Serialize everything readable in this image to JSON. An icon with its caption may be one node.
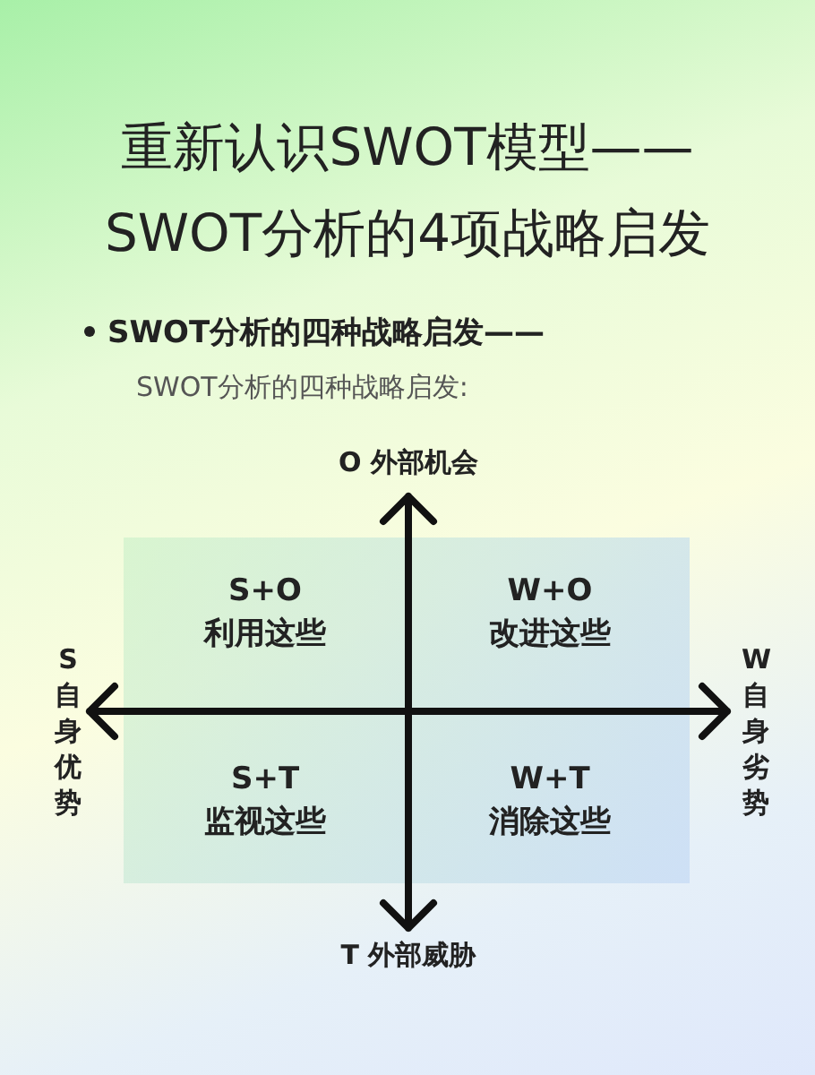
{
  "diagram": {
    "title": "重新认识SWOT模型—— SWOT分析的4项战略启发",
    "nodes": [
      {
        "text": [
          "S+O",
          "利用这些"
        ]
      },
      {
        "text": [
          "W+O",
          "改进这些"
        ]
      },
      {
        "text": [
          "S+T",
          "监视这些"
        ]
      },
      {
        "text": [
          "W+T",
          "消除这些"
        ]
      }
    ],
    "edges": [],
    "labels": [
      "SWOT分析的四种战略启发——",
      "SWOT分析的四种战略启发:",
      "O 外部机会",
      "S 自身优势",
      "W 自身劣势",
      "T 外部威胁"
    ]
  }
}
